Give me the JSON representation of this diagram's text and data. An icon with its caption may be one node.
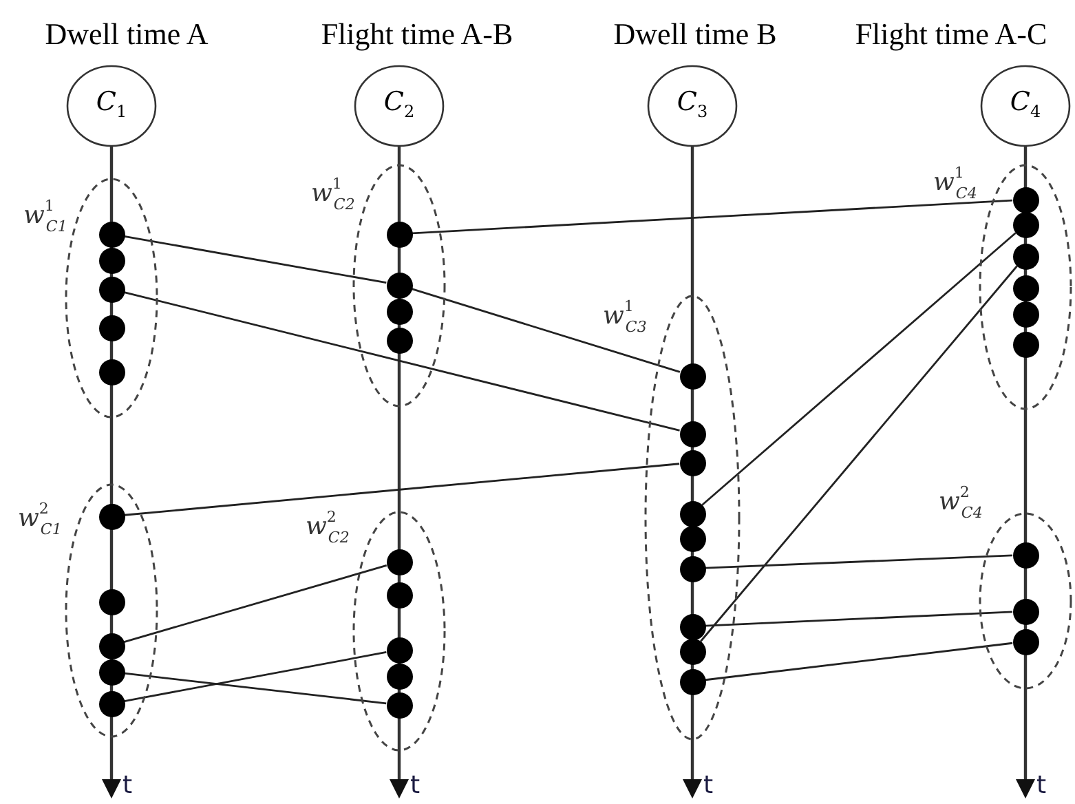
{
  "diagram": {
    "nodes": [
      {
        "text": [
          "Dwell time A",
          "C$_{1}$"
        ]
      },
      {
        "text": [
          "Flight time A-B",
          "C$_{2}$"
        ]
      },
      {
        "text": [
          "Dwell time B",
          "C$_{3}$"
        ]
      },
      {
        "text": [
          "Flight time A-C",
          "C$_{4}$"
        ]
      },
      {
        "text": [
          "w$^{1}$$_{C1}$"
        ]
      },
      {
        "text": [],
        "shape": "circle",
        "in": 4
      },
      {
        "text": [],
        "shape": "circle",
        "in": 4
      },
      {
        "text": [],
        "shape": "circle",
        "in": 4
      },
      {
        "text": [],
        "shape": "circle",
        "in": 4
      },
      {
        "text": [],
        "shape": "circle",
        "in": 4
      },
      {
        "text": [
          "w$^{2}$$_{C1}$"
        ]
      },
      {
        "text": [],
        "shape": "circle",
        "in": 10
      },
      {
        "text": [],
        "shape": "circle",
        "in": 10
      },
      {
        "text": [],
        "shape": "circle",
        "in": 10
      },
      {
        "text": [],
        "shape": "circle",
        "in": 10
      },
      {
        "text": [],
        "shape": "circle",
        "in": 10
      },
      {
        "text": [
          "w$^{1}$$_{C2}$"
        ]
      },
      {
        "text": [],
        "shape": "circle",
        "in": 16
      },
      {
        "text": [],
        "shape": "circle",
        "in": 16
      },
      {
        "text": [],
        "shape": "circle",
        "in": 16
      },
      {
        "text": [],
        "shape": "circle",
        "in": 16
      },
      {
        "text": [
          "w$^{2}$$_{C2}$"
        ]
      },
      {
        "text": [],
        "shape": "circle",
        "in": 21
      },
      {
        "text": [],
        "shape": "circle",
        "in": 21
      },
      {
        "text": [],
        "shape": "circle",
        "in": 21
      },
      {
        "text": [],
        "shape": "circle",
        "in": 21
      },
      {
        "text": [],
        "shape": "circle",
        "in": 21
      },
      {
        "text": [
          "w$^{1}$$_{C3}$"
        ]
      },
      {
        "text": [],
        "shape": "circle",
        "in": 27
      },
      {
        "text": [],
        "shape": "circle",
        "in": 27
      },
      {
        "text": [],
        "shape": "circle",
        "in": 27
      },
      {
        "text": [],
        "shape": "circle",
        "in": 27
      },
      {
        "text": [],
        "shape": "circle",
        "in": 27
      },
      {
        "text": [],
        "shape": "circle",
        "in": 27
      },
      {
        "text": [],
        "shape": "circle",
        "in": 27
      },
      {
        "text": [],
        "shape": "circle",
        "in": 27
      },
      {
        "text": [],
        "shape": "circle",
        "in": 27
      },
      {
        "text": [
          "w$^{1}$$_{C4}$"
        ]
      },
      {
        "text": [],
        "shape": "circle",
        "in": 37
      },
      {
        "text": [],
        "shape": "circle",
        "in": 37
      },
      {
        "text": [],
        "shape": "circle",
        "in": 37
      },
      {
        "text": [],
        "shape": "circle",
        "in": 37
      },
      {
        "text": [],
        "shape": "circle",
        "in": 37
      },
      {
        "text": [],
        "shape": "circle",
        "in": 37
      },
      {
        "text": [
          "w$^{2}$$_{C4}$"
        ]
      },
      {
        "text": [],
        "shape": "circle",
        "in": 44
      },
      {
        "text": [],
        "shape": "circle",
        "in": 44
      },
      {
        "text": [],
        "shape": "circle",
        "in": 44
      }
    ],
    "edges": [
      {
        "from": 5,
        "to": 18,
        "arrow": "none"
      },
      {
        "from": 18,
        "to": 28,
        "arrow": "none"
      },
      {
        "from": 7,
        "to": 29,
        "arrow": "none"
      },
      {
        "from": 17,
        "to": 38,
        "arrow": "none"
      },
      {
        "from": 11,
        "to": 30,
        "arrow": "none"
      },
      {
        "from": 31,
        "to": 39,
        "arrow": "none"
      },
      {
        "from": 35,
        "to": 40,
        "arrow": "none"
      },
      {
        "from": 33,
        "to": 45,
        "arrow": "none"
      },
      {
        "from": 34,
        "to": 46,
        "arrow": "none"
      },
      {
        "from": 36,
        "to": 47,
        "arrow": "none"
      },
      {
        "from": 13,
        "to": 22,
        "arrow": "none"
      },
      {
        "from": 15,
        "to": 24,
        "arrow": "none"
      },
      {
        "from": 14,
        "to": 26,
        "arrow": "none"
      }
    ],
    "labels": [
      "t",
      "t",
      "t",
      "t"
    ]
  }
}
